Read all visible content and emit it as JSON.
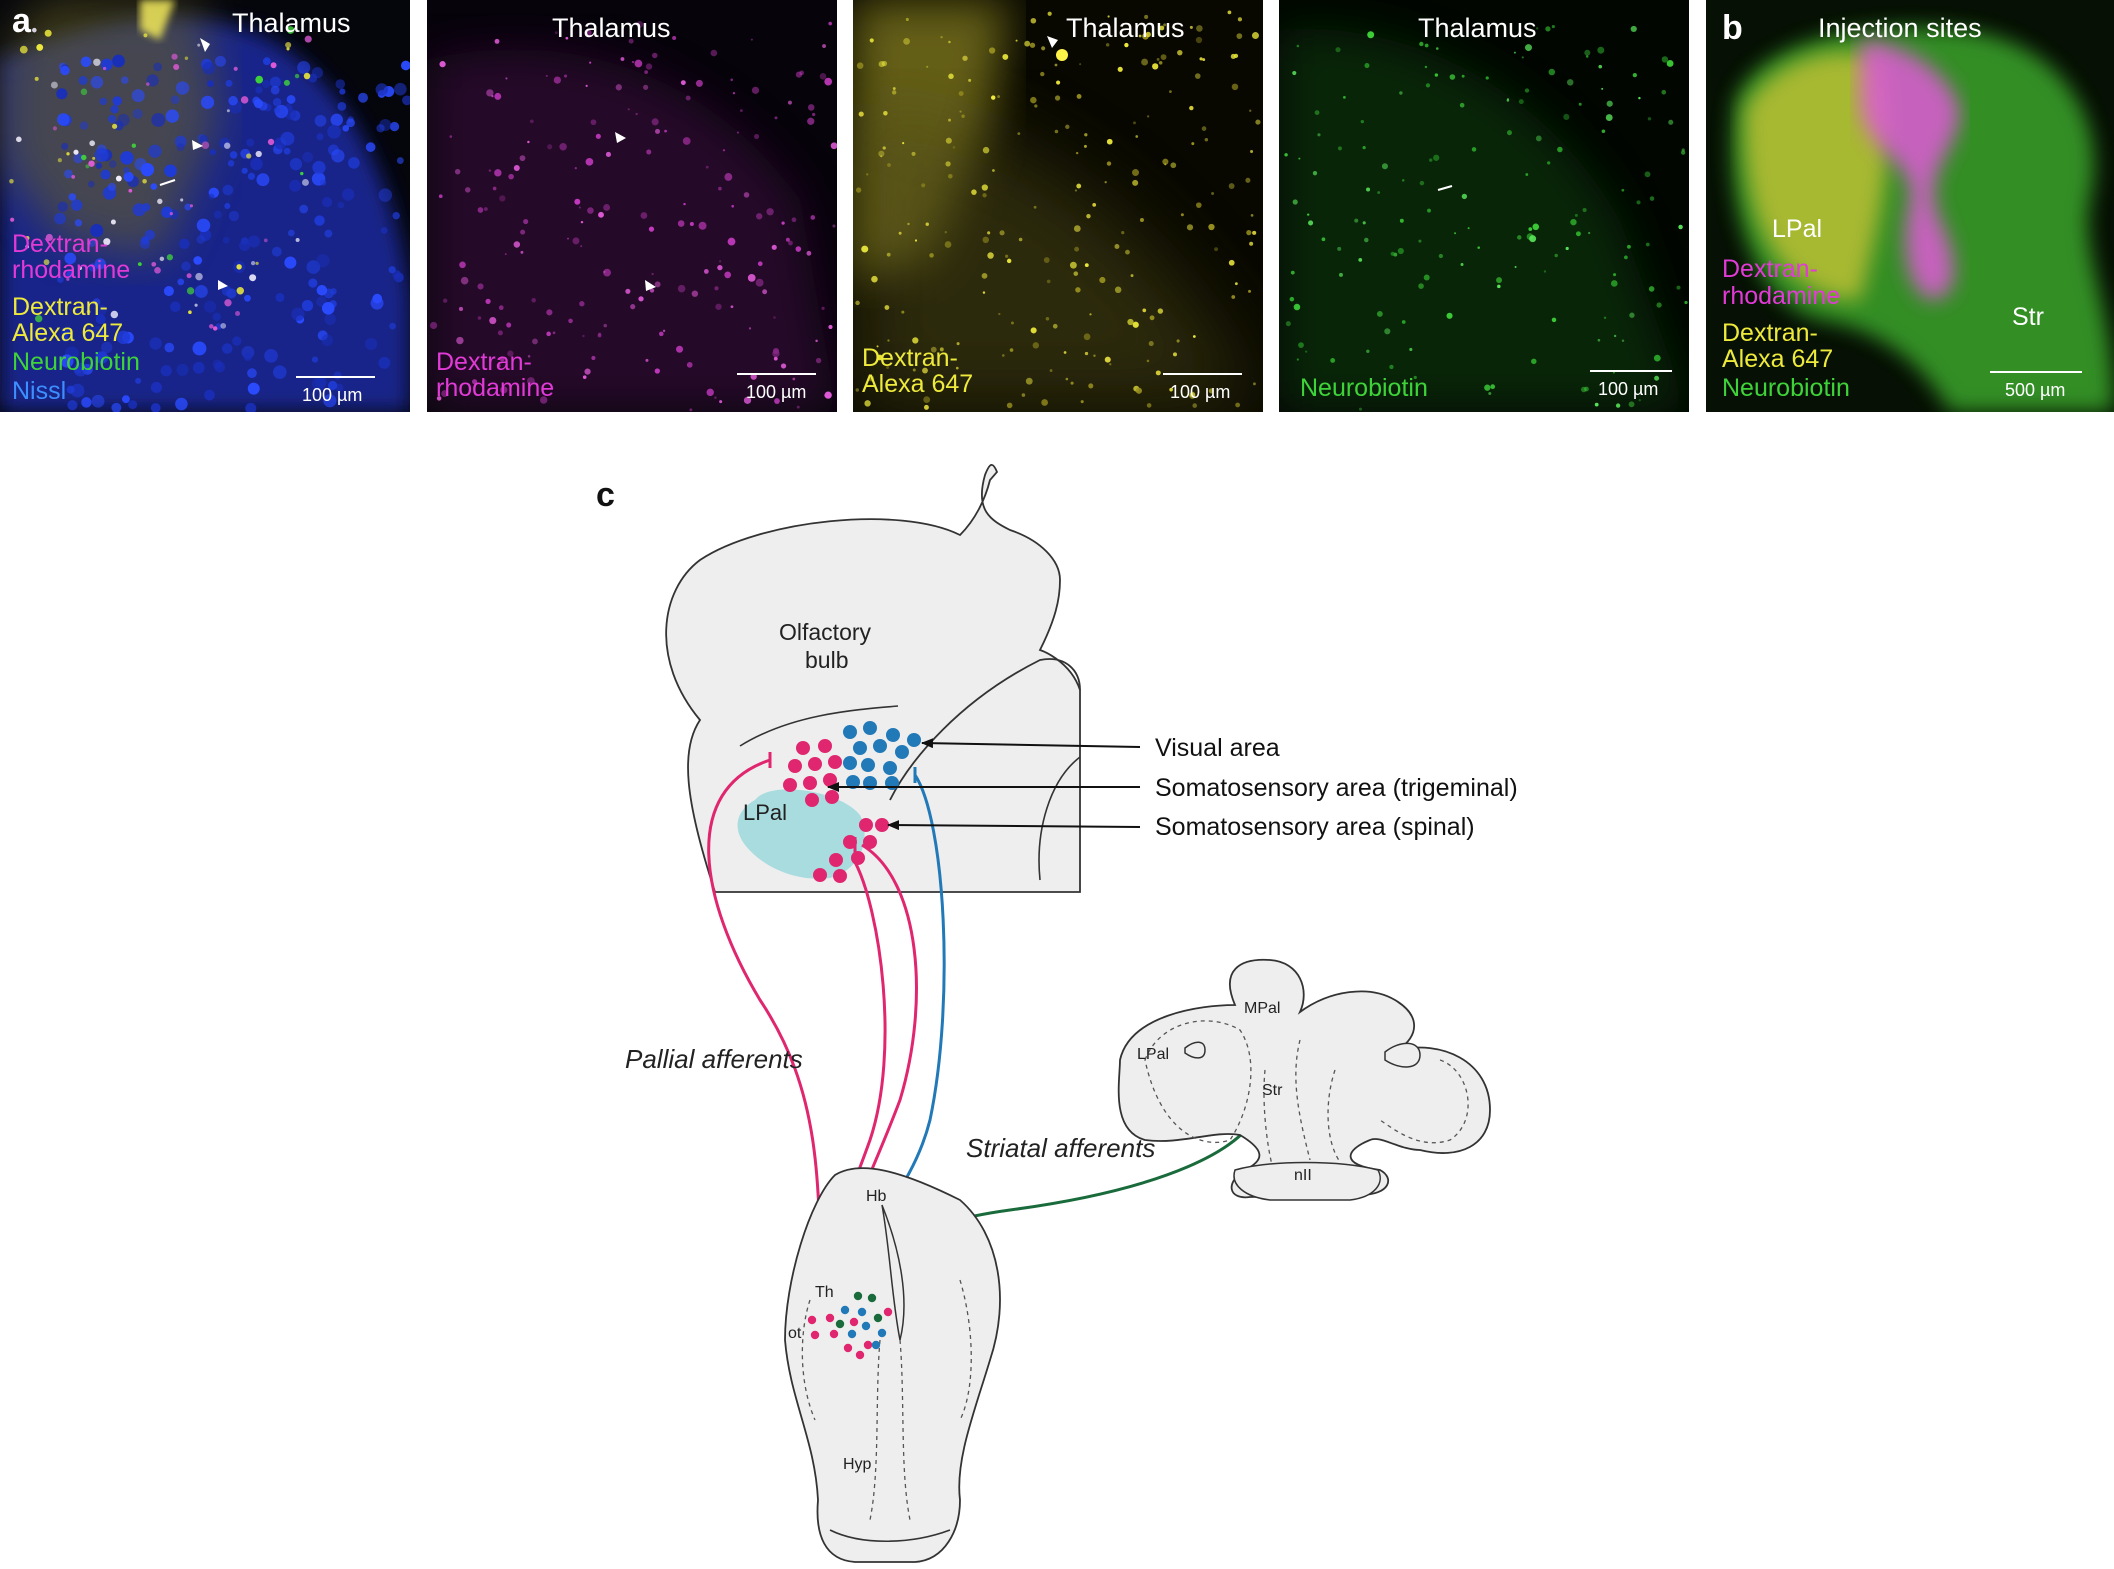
{
  "colors": {
    "magenta": "#e13ad6",
    "yellow": "#eeea3c",
    "green": "#3fd33a",
    "blue": "#3d8fff",
    "white": "#ffffff",
    "pink_line": "#e0266f",
    "blue_line": "#2279b8",
    "green_line": "#1a6b3c",
    "lpal_fill": "#a9dcdf",
    "tissue": "#eeeeee"
  },
  "panel_a": {
    "letter": "a",
    "panel1": {
      "title": "Thalamus",
      "labels": [
        "Dextran-",
        "rhodamine",
        "Dextran-",
        "Alexa 647",
        "Neurobiotin",
        "Nissl"
      ],
      "scale": "100 µm"
    },
    "panel2": {
      "title": "Thalamus",
      "labels": [
        "Dextran-",
        "rhodamine"
      ],
      "scale": "100 µm"
    },
    "panel3": {
      "title": "Thalamus",
      "labels": [
        "Dextran-",
        "Alexa 647"
      ],
      "scale": "100 µm"
    },
    "panel4": {
      "title": "Thalamus",
      "labels": [
        "Neurobiotin"
      ],
      "scale": "100 µm"
    }
  },
  "panel_b": {
    "letter": "b",
    "title": "Injection sites",
    "region_lpal": "LPal",
    "region_str": "Str",
    "labels": [
      "Dextran-",
      "rhodamine",
      "Dextran-",
      "Alexa 647",
      "Neurobiotin"
    ],
    "scale": "500 µm"
  },
  "panel_c": {
    "letter": "c",
    "olfactory_bulb": [
      "Olfactory",
      "bulb"
    ],
    "lpal": "LPal",
    "arrow_visual": "Visual area",
    "arrow_trigeminal": "Somatosensory area (trigeminal)",
    "arrow_spinal": "Somatosensory area (spinal)",
    "pallial_afferents": "Pallial afferents",
    "striatal_afferents": "Striatal afferents",
    "section_mpal": "MPal",
    "section_lpal": "LPal",
    "section_str": "Str",
    "section_nii": "nII",
    "brainstem_hb": "Hb",
    "brainstem_th": "Th",
    "brainstem_ot": "ot",
    "brainstem_hyp": "Hyp"
  }
}
